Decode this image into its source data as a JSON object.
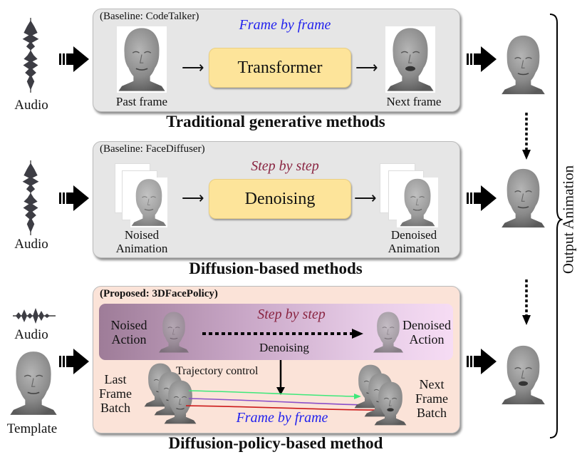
{
  "rows": [
    {
      "input_label": "Audio",
      "baseline_tag": "(Baseline: CodeTalker)",
      "process_mode": "Frame by frame",
      "module": "Transformer",
      "left_caption": "Past frame",
      "right_caption": "Next frame",
      "section_title": "Traditional generative methods"
    },
    {
      "input_label": "Audio",
      "baseline_tag": "(Baseline: FaceDiffuser)",
      "process_mode": "Step by step",
      "module": "Denoising",
      "left_caption_l1": "Noised",
      "left_caption_l2": "Animation",
      "right_caption_l1": "Denoised",
      "right_caption_l2": "Animation",
      "section_title": "Diffusion-based methods"
    },
    {
      "input_label_audio": "Audio",
      "input_label_template": "Template",
      "proposed_tag": "(Proposed: 3DFacePolicy)",
      "process_mode_top": "Step by step",
      "noised_l1": "Noised",
      "noised_l2": "Action",
      "denoising": "Denoising",
      "denoised_l1": "Denoised",
      "denoised_l2": "Action",
      "trajectory": "Trajectory control",
      "last_l1": "Last",
      "last_l2": "Frame",
      "last_l3": "Batch",
      "next_l1": "Next",
      "next_l2": "Frame",
      "next_l3": "Batch",
      "process_mode_bottom": "Frame by frame",
      "section_title": "Diffusion-policy-based method"
    }
  ],
  "output_label": "Output Animation",
  "colors": {
    "frame_by_frame": "#2222ee",
    "step_by_step": "#8a2542",
    "trajectory_green": "#3ee87a",
    "trajectory_purple": "#8a4fc8",
    "trajectory_red": "#cc1a1a"
  }
}
